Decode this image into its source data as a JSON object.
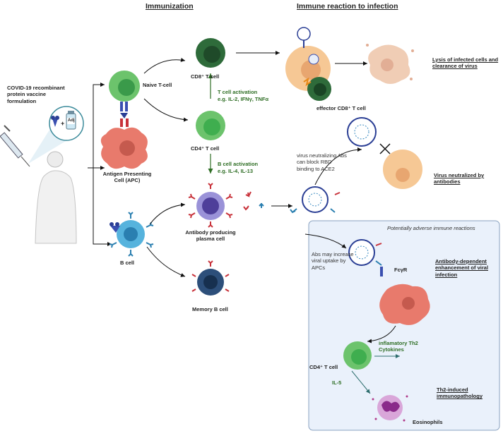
{
  "headers": {
    "immunization": "Immunization",
    "immune_reaction": "Immune reaction to infection"
  },
  "labels": {
    "vaccine": "COVID-19 recombinant protein vaccine formulation",
    "adj": "Adj",
    "naive_t": "Naive T-cell",
    "apc": "Antigen Presenting Cell (APC)",
    "b_cell": "B cell",
    "cd8": "CD8⁺ T cell",
    "cd4": "CD4⁺ T cell",
    "t_activation": "T cell activation",
    "t_activation_eg": "e.g. IL-2, IFNγ, TNFα",
    "b_activation": "B cell activation",
    "b_activation_eg": "e.g. IL-4, IL-13",
    "plasma": "Antibody producing plasma cell",
    "memory_b": "Memory B cell",
    "effector_cd8": "effector CD8⁺ T cell",
    "lysis": "Lysis of infected cells and clearance of virus",
    "neutralizing_note": "virus neutralizing Abs can block RBD binding to ACE2",
    "neutralized": "Virus neutralized by antibodies",
    "adverse_title": "Potentially adverse immune reactions",
    "abs_may": "Abs may increase viral uptake by APCs",
    "fcyr": "FcγR",
    "ade": "Antibody-dependent enhancement of viral infection",
    "cd4_lower": "CD4⁺ T cell",
    "inflammatory": "inflamatory Th2 Cytokines",
    "il5": "IL-5",
    "th2_path": "Th2-induced immunopathology",
    "eosinophils": "Eosinophils"
  },
  "colors": {
    "green_cell": "#6cc36c",
    "dark_green_cell": "#2e6b3a",
    "blue_cell": "#56b3dd",
    "purple_cell": "#7a6fc0",
    "navy_cell": "#2d4f7a",
    "apc": "#e87a6c",
    "infected": "#f6c895",
    "adverse_bg": "#eaf1fb",
    "arrow_green": "#2f6e25"
  }
}
